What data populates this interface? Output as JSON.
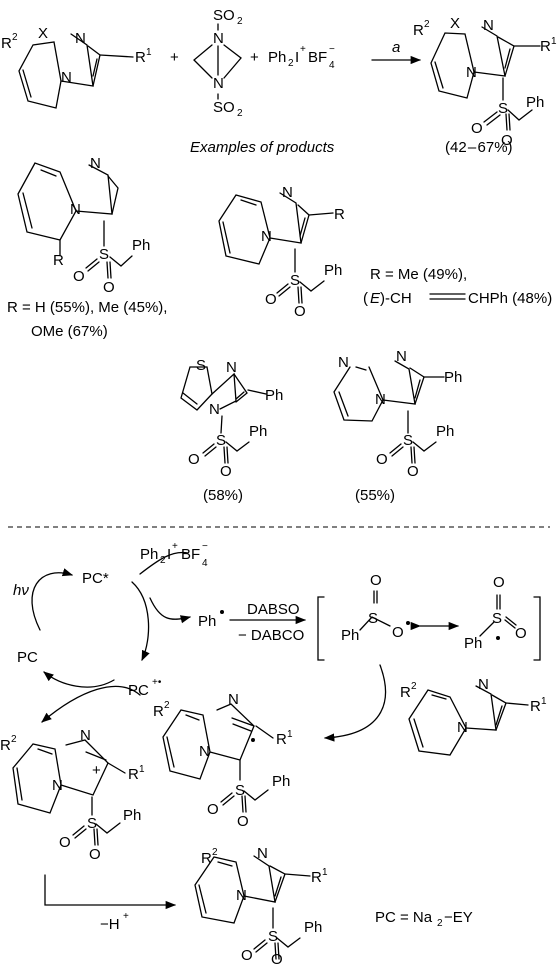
{
  "top": {
    "r2": "R",
    "r2_sup": "2",
    "x": "X",
    "n": "N",
    "r1": "R",
    "r1_sup": "1",
    "plus": "+",
    "so2": "SO",
    "so2_sub": "2",
    "ph2i": "Ph",
    "ph2i_sub": "2",
    "ph2i_i": "I",
    "ph2i_sup": "+",
    "bf": "BF",
    "bf_sub": "4",
    "bf_sup": "−",
    "cond": "a",
    "s": "S",
    "o": "O",
    "ph": "Ph",
    "examples_title": "Examples of products",
    "yield_range": "(42 – 67%)"
  },
  "products": {
    "p1_r": "R",
    "p1_caption_1": "R = H  (55%), Me (45%),",
    "p1_caption_2": "OMe (67%)",
    "p2_r": "R",
    "p2_caption_1": "R = Me (49%),",
    "p2_caption_2a": "(",
    "p2_caption_2b": "E",
    "p2_caption_2c": ")-CH",
    "p2_caption_2d": "CHPh (48%)",
    "p3_s": "S",
    "p3_yield": "(58%)",
    "p4_yield": "(55%)"
  },
  "mechanism": {
    "hv": "hν",
    "pc_star": "PC*",
    "pc": "PC",
    "pc_rad": "PC",
    "pc_rad_sup": "+•",
    "ph_rad": "Ph",
    "dabso": "DABSO",
    "minus_dabco": "− DABCO",
    "cation_plus": "+",
    "minus_h": "−H",
    "minus_h_sup": "+",
    "pc_def": "PC = Na",
    "pc_def_sub": "2",
    "pc_def_tail": "−EY"
  }
}
